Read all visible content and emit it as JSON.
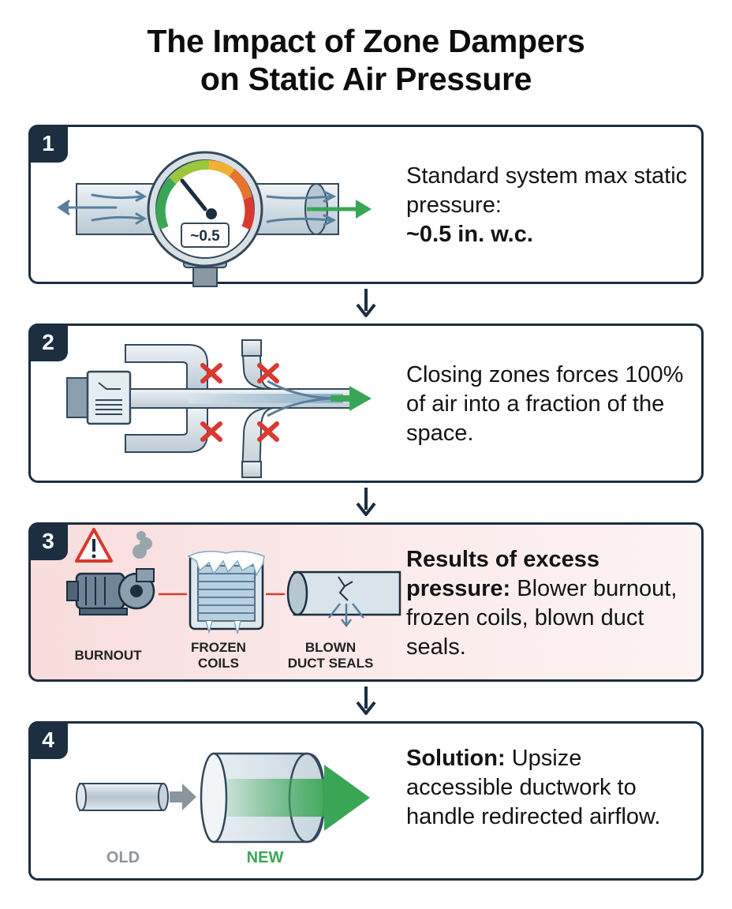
{
  "title": {
    "line1": "The Impact of Zone Dampers",
    "line2": "on Static Air Pressure"
  },
  "steps": [
    {
      "number": "1",
      "text_plain": "Standard system max static pressure:",
      "text_bold": "~0.5 in. w.c.",
      "gauge_reading": "~0.5"
    },
    {
      "number": "2",
      "text_plain": "Closing zones forces 100% of air into a fraction of the space."
    },
    {
      "number": "3",
      "text_bold": "Results of excess pressure:",
      "text_plain": "Blower burnout, frozen coils, blown duct seals.",
      "icon_labels": {
        "burnout": "BURNOUT",
        "frozen_line1": "FROZEN",
        "frozen_line2": "COILS",
        "blown_line1": "BLOWN",
        "blown_line2": "DUCT SEALS"
      }
    },
    {
      "number": "4",
      "text_bold": "Solution:",
      "text_plain_line1": "Upsize",
      "text_plain_rest": "accessible ductwork to handle redirected airflow.",
      "old_label": "OLD",
      "new_label": "NEW"
    }
  ],
  "colors": {
    "navy": "#1c2e40",
    "green": "#3aa655",
    "red": "#d9392f",
    "steel": "#5a7f9c",
    "duct": "#c9d6df",
    "warn_bg": "#f9dcdc"
  }
}
